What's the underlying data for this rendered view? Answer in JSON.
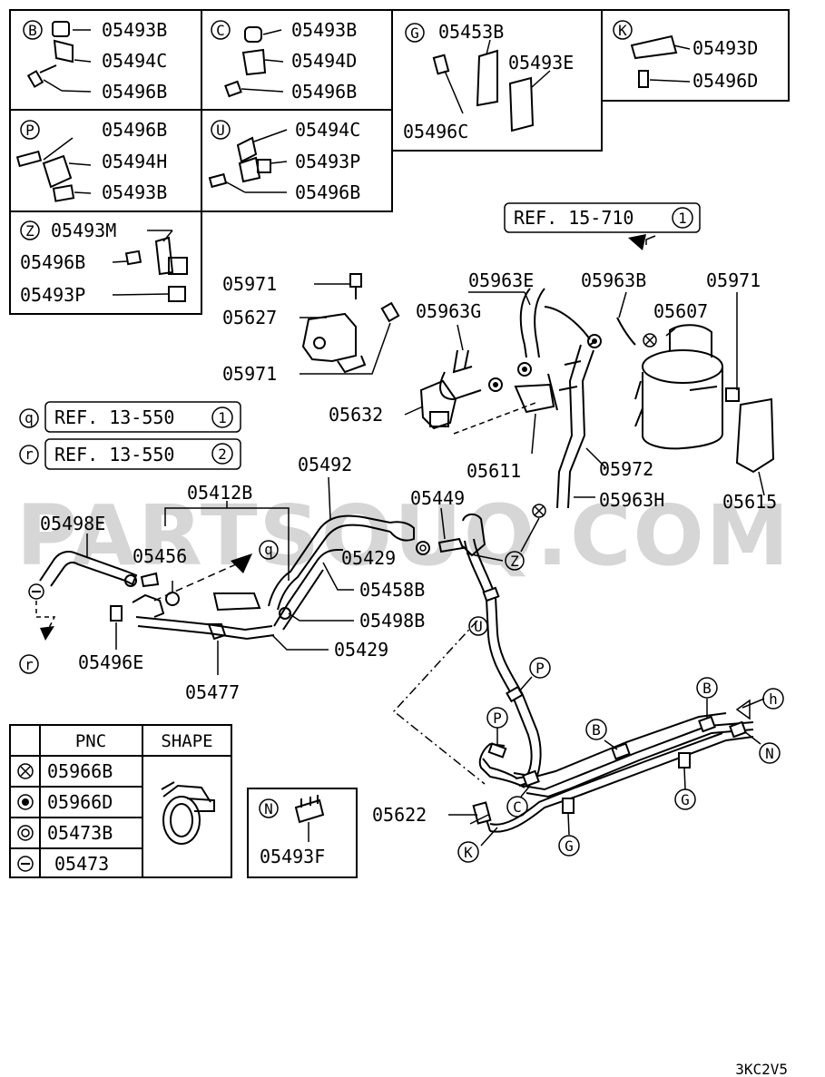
{
  "watermark": "PARTSOUQ.COM",
  "diagram_code": "3KC2V5",
  "inset_boxes": [
    {
      "letter": "B",
      "parts": [
        "05493B",
        "05494C",
        "05496B"
      ]
    },
    {
      "letter": "C",
      "parts": [
        "05493B",
        "05494D",
        "05496B"
      ]
    },
    {
      "letter": "G",
      "parts": [
        "05453B",
        "05493E",
        "05496C"
      ]
    },
    {
      "letter": "K",
      "parts": [
        "05493D",
        "05496D"
      ]
    },
    {
      "letter": "P",
      "parts": [
        "05496B",
        "05494H",
        "05493B"
      ]
    },
    {
      "letter": "U",
      "parts": [
        "05494C",
        "05493P",
        "05496B"
      ]
    },
    {
      "letter": "Z",
      "parts": [
        "05493M",
        "05496B",
        "05493P"
      ]
    },
    {
      "letter": "N",
      "parts": [
        "05493F"
      ]
    }
  ],
  "references": [
    {
      "text": "REF. 15-710",
      "num": "1"
    },
    {
      "letter": "q",
      "text": "REF. 13-550",
      "num": "1"
    },
    {
      "letter": "r",
      "text": "REF. 13-550",
      "num": "2"
    }
  ],
  "callouts": [
    "05971",
    "05627",
    "05971",
    "05963E",
    "05963G",
    "05963B",
    "05607",
    "05971",
    "05632",
    "05611",
    "05972",
    "05615",
    "05963H",
    "05492",
    "05412B",
    "05449",
    "05498E",
    "05456",
    "05429",
    "05458B",
    "05498B",
    "05429",
    "05496E",
    "05477",
    "05622"
  ],
  "markers": [
    "q",
    "r",
    "Z",
    "U",
    "P",
    "P",
    "B",
    "B",
    "h",
    "N",
    "C",
    "G",
    "G",
    "K"
  ],
  "legend": {
    "col_pnc": "PNC",
    "col_shape": "SHAPE",
    "rows": [
      {
        "symbol": "cross",
        "pnc": "05966B"
      },
      {
        "symbol": "dot",
        "pnc": "05966D"
      },
      {
        "symbol": "double",
        "pnc": "05473B"
      },
      {
        "symbol": "minus",
        "pnc": "05473"
      }
    ]
  }
}
